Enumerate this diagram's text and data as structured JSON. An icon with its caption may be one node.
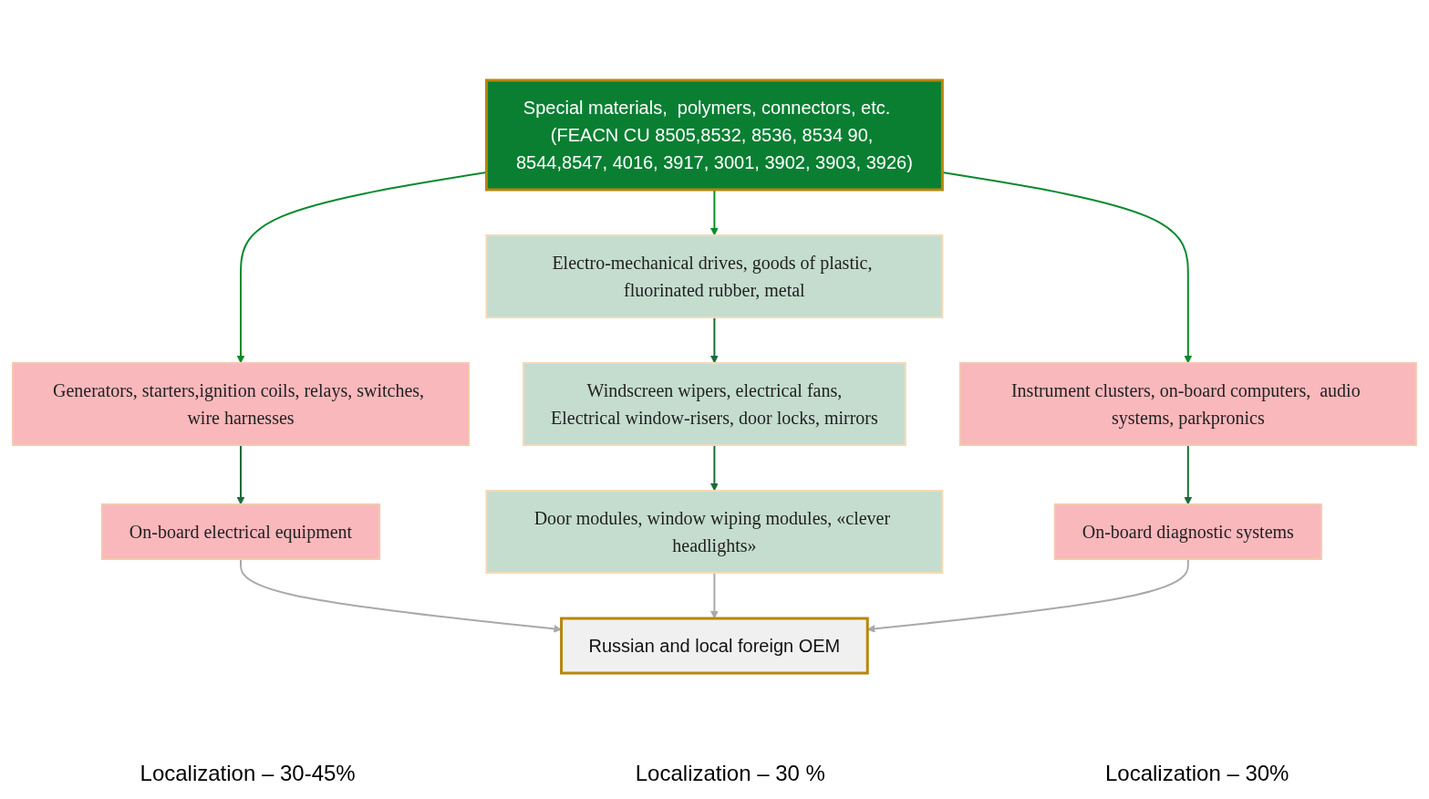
{
  "diagram": {
    "nodes": [
      {
        "text": [
          "Special materials,  polymers, connectors, etc.   (FEACN CU 8505,8532, 8536, 8534 90, 8544,8547, 4016, 3917, 3001, 3902, 3903, 3926)"
        ]
      },
      {
        "text": [
          "Generators, starters,ignition coils, relays, switches, wire harnesses"
        ]
      },
      {
        "text": [
          "On-board electrical equipment"
        ]
      },
      {
        "text": [
          "Electro-mechanical drives, goods of plastic, fluorinated rubber, metal"
        ]
      },
      {
        "text": [
          "Windscreen wipers, electrical fans,",
          "Electrical window-risers, door locks, mirrors"
        ]
      },
      {
        "text": [
          "Door modules, window wiping modules, «clever headlights»"
        ]
      },
      {
        "text": [
          "Instrument clusters, on-board computers,  audio systems, parkpronics"
        ]
      },
      {
        "text": [
          "On-board diagnostic systems"
        ]
      },
      {
        "text": [
          "Russian and local foreign OEM"
        ]
      }
    ],
    "edges": [
      {
        "from": 0,
        "to": 1,
        "arrow": "to",
        "color": "#0a8a2e"
      },
      {
        "from": 0,
        "to": 3,
        "arrow": "to",
        "color": "#0a8a2e"
      },
      {
        "from": 0,
        "to": 6,
        "arrow": "to",
        "color": "#0a8a2e"
      },
      {
        "from": 1,
        "to": 2,
        "arrow": "to"
      },
      {
        "from": 3,
        "to": 4,
        "arrow": "to"
      },
      {
        "from": 4,
        "to": 5,
        "arrow": "to"
      },
      {
        "from": 6,
        "to": 7,
        "arrow": "to"
      },
      {
        "from": 2,
        "to": 8,
        "arrow": "to",
        "color": "#a9a9a9"
      },
      {
        "from": 5,
        "to": 8,
        "arrow": "to",
        "color": "#a9a9a9"
      },
      {
        "from": 7,
        "to": 8,
        "arrow": "to",
        "color": "#a9a9a9"
      }
    ],
    "labels": [
      "Localization – 30-45%",
      "Localization – 30 %",
      "Localization – 30%"
    ]
  }
}
